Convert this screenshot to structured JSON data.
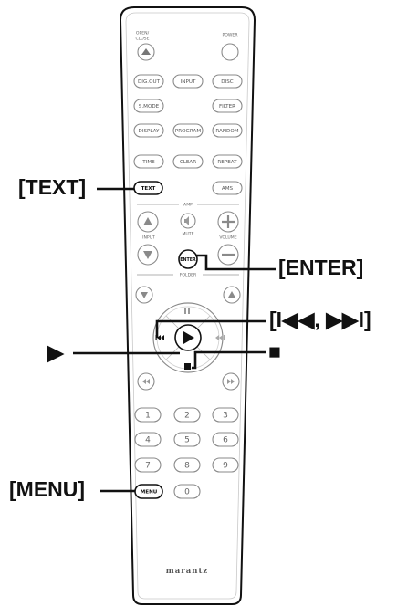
{
  "callouts": {
    "text": "[TEXT]",
    "enter": "[ENTER]",
    "skip": "[I◀◀, ▶▶I]",
    "play": "▶",
    "stop": "■",
    "menu": "[MENU]"
  },
  "remote": {
    "open_close": "OPEN/",
    "open_close_2": "CLOSE",
    "power": "POWER",
    "row1": [
      "DIG.OUT",
      "INPUT",
      "DISC"
    ],
    "row2": [
      "S.MODE",
      "FILTER"
    ],
    "row3": [
      "DISPLAY",
      "PROGRAM",
      "RANDOM"
    ],
    "row4": [
      "TIME",
      "CLEAR",
      "REPEAT"
    ],
    "text_key": "TEXT",
    "ams_key": "AMS",
    "amp": "AMP",
    "input": "INPUT",
    "mute": "MUTE",
    "volume": "VOLUME",
    "enter_key": "ENTER",
    "folder": "FOLDER",
    "numbers": [
      "1",
      "2",
      "3",
      "4",
      "5",
      "6",
      "7",
      "8",
      "9"
    ],
    "menu_key": "MENU",
    "zero": "0",
    "brand": "marantz"
  },
  "colors": {
    "outline": "#111111",
    "button_stroke": "#8a8a8a",
    "label": "#555555"
  }
}
